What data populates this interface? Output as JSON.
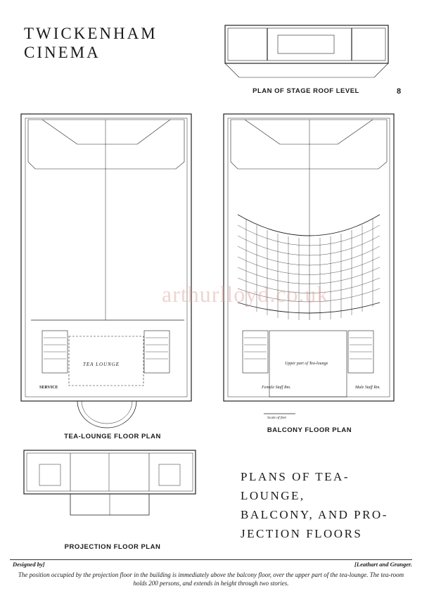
{
  "header": {
    "title_line1": "TWICKENHAM",
    "title_line2": "CINEMA",
    "page_number": "8"
  },
  "drawings": {
    "stage_roof_caption": "PLAN OF STAGE ROOF LEVEL",
    "tea_lounge_caption": "TEA-LOUNGE FLOOR PLAN",
    "balcony_caption": "BALCONY FLOOR PLAN",
    "projection_caption": "PROJECTION FLOOR PLAN",
    "room_labels": {
      "tea_lounge": "TEA LOUNGE",
      "service": "SERVICE",
      "upper_part": "Upper part of Tea-lounge",
      "female_staff": "Female Staff Rm.",
      "male_staff": "Male Staff Rm.",
      "scale": "Scale of feet"
    }
  },
  "plans_title": {
    "line1": "PLANS OF TEA-LOUNGE,",
    "line2": "BALCONY, AND PRO-",
    "line3": "JECTION FLOORS"
  },
  "footer": {
    "designed_by": "Designed by]",
    "architects": "[Leathart and Granger.",
    "note": "The position occupied by the projection floor in the building is immediately above the balcony floor, over the upper part of the tea-lounge. The tea-room holds 200 persons, and extends in height through two stories."
  },
  "watermark": "arthurlloyd.co.uk"
}
